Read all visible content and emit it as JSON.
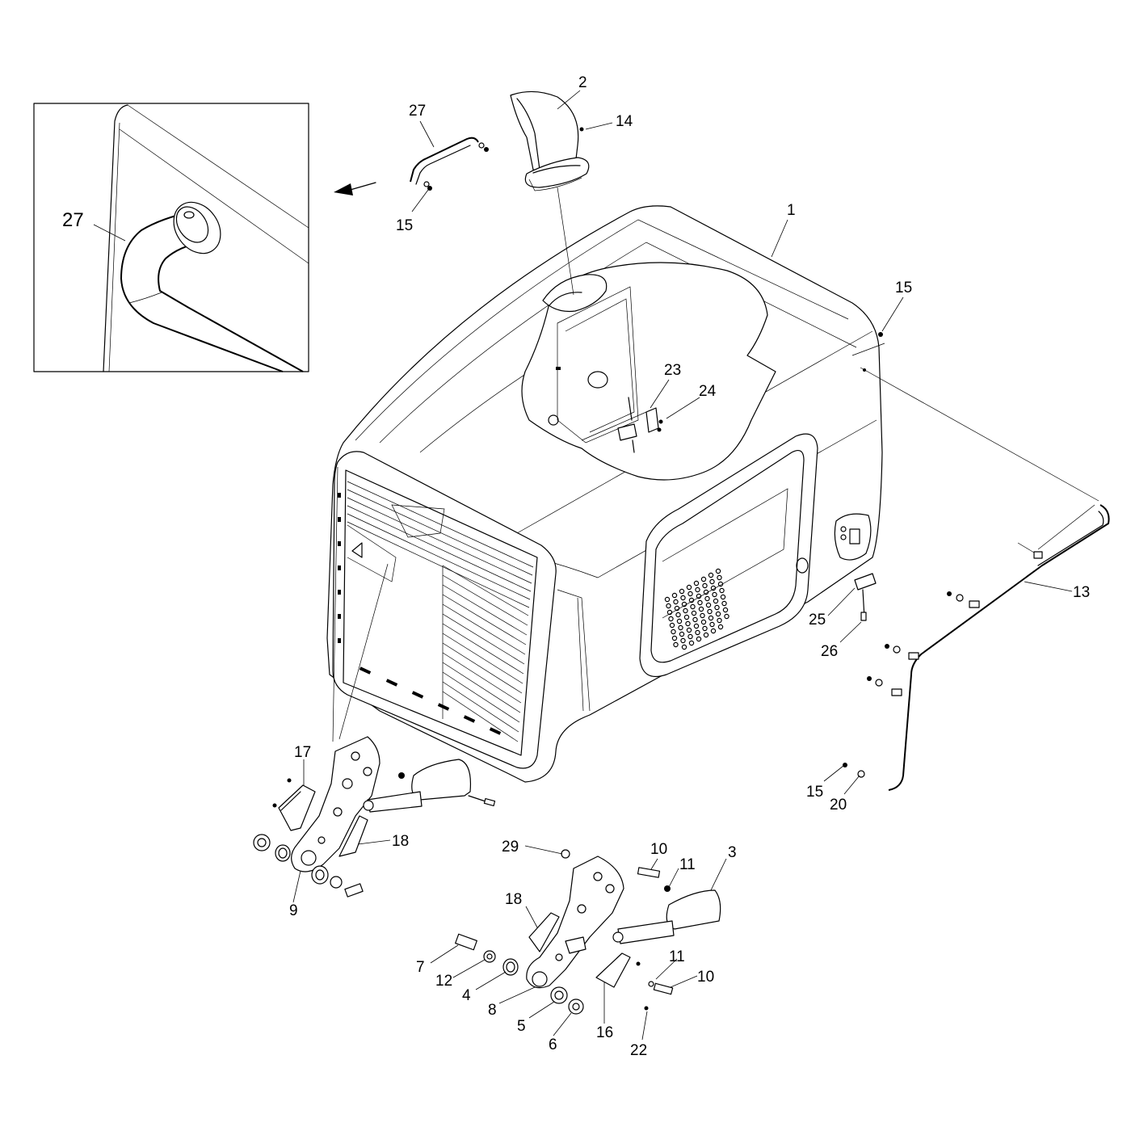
{
  "callouts": [
    {
      "id": "c1",
      "label": "1"
    },
    {
      "id": "c2",
      "label": "2"
    },
    {
      "id": "c3",
      "label": "3"
    },
    {
      "id": "c4",
      "label": "4"
    },
    {
      "id": "c5",
      "label": "5"
    },
    {
      "id": "c6",
      "label": "6"
    },
    {
      "id": "c7",
      "label": "7"
    },
    {
      "id": "c8",
      "label": "8"
    },
    {
      "id": "c9",
      "label": "9"
    },
    {
      "id": "c10a",
      "label": "10"
    },
    {
      "id": "c10b",
      "label": "10"
    },
    {
      "id": "c11a",
      "label": "11"
    },
    {
      "id": "c11b",
      "label": "11"
    },
    {
      "id": "c12",
      "label": "12"
    },
    {
      "id": "c13",
      "label": "13"
    },
    {
      "id": "c14",
      "label": "14"
    },
    {
      "id": "c15a",
      "label": "15"
    },
    {
      "id": "c15b",
      "label": "15"
    },
    {
      "id": "c15c",
      "label": "15"
    },
    {
      "id": "c16",
      "label": "16"
    },
    {
      "id": "c17",
      "label": "17"
    },
    {
      "id": "c18a",
      "label": "18"
    },
    {
      "id": "c18b",
      "label": "18"
    },
    {
      "id": "c20",
      "label": "20"
    },
    {
      "id": "c22",
      "label": "22"
    },
    {
      "id": "c23",
      "label": "23"
    },
    {
      "id": "c24",
      "label": "24"
    },
    {
      "id": "c25",
      "label": "25"
    },
    {
      "id": "c26",
      "label": "26"
    },
    {
      "id": "c27a",
      "label": "27"
    },
    {
      "id": "c27b",
      "label": "27"
    },
    {
      "id": "c29",
      "label": "29"
    }
  ]
}
